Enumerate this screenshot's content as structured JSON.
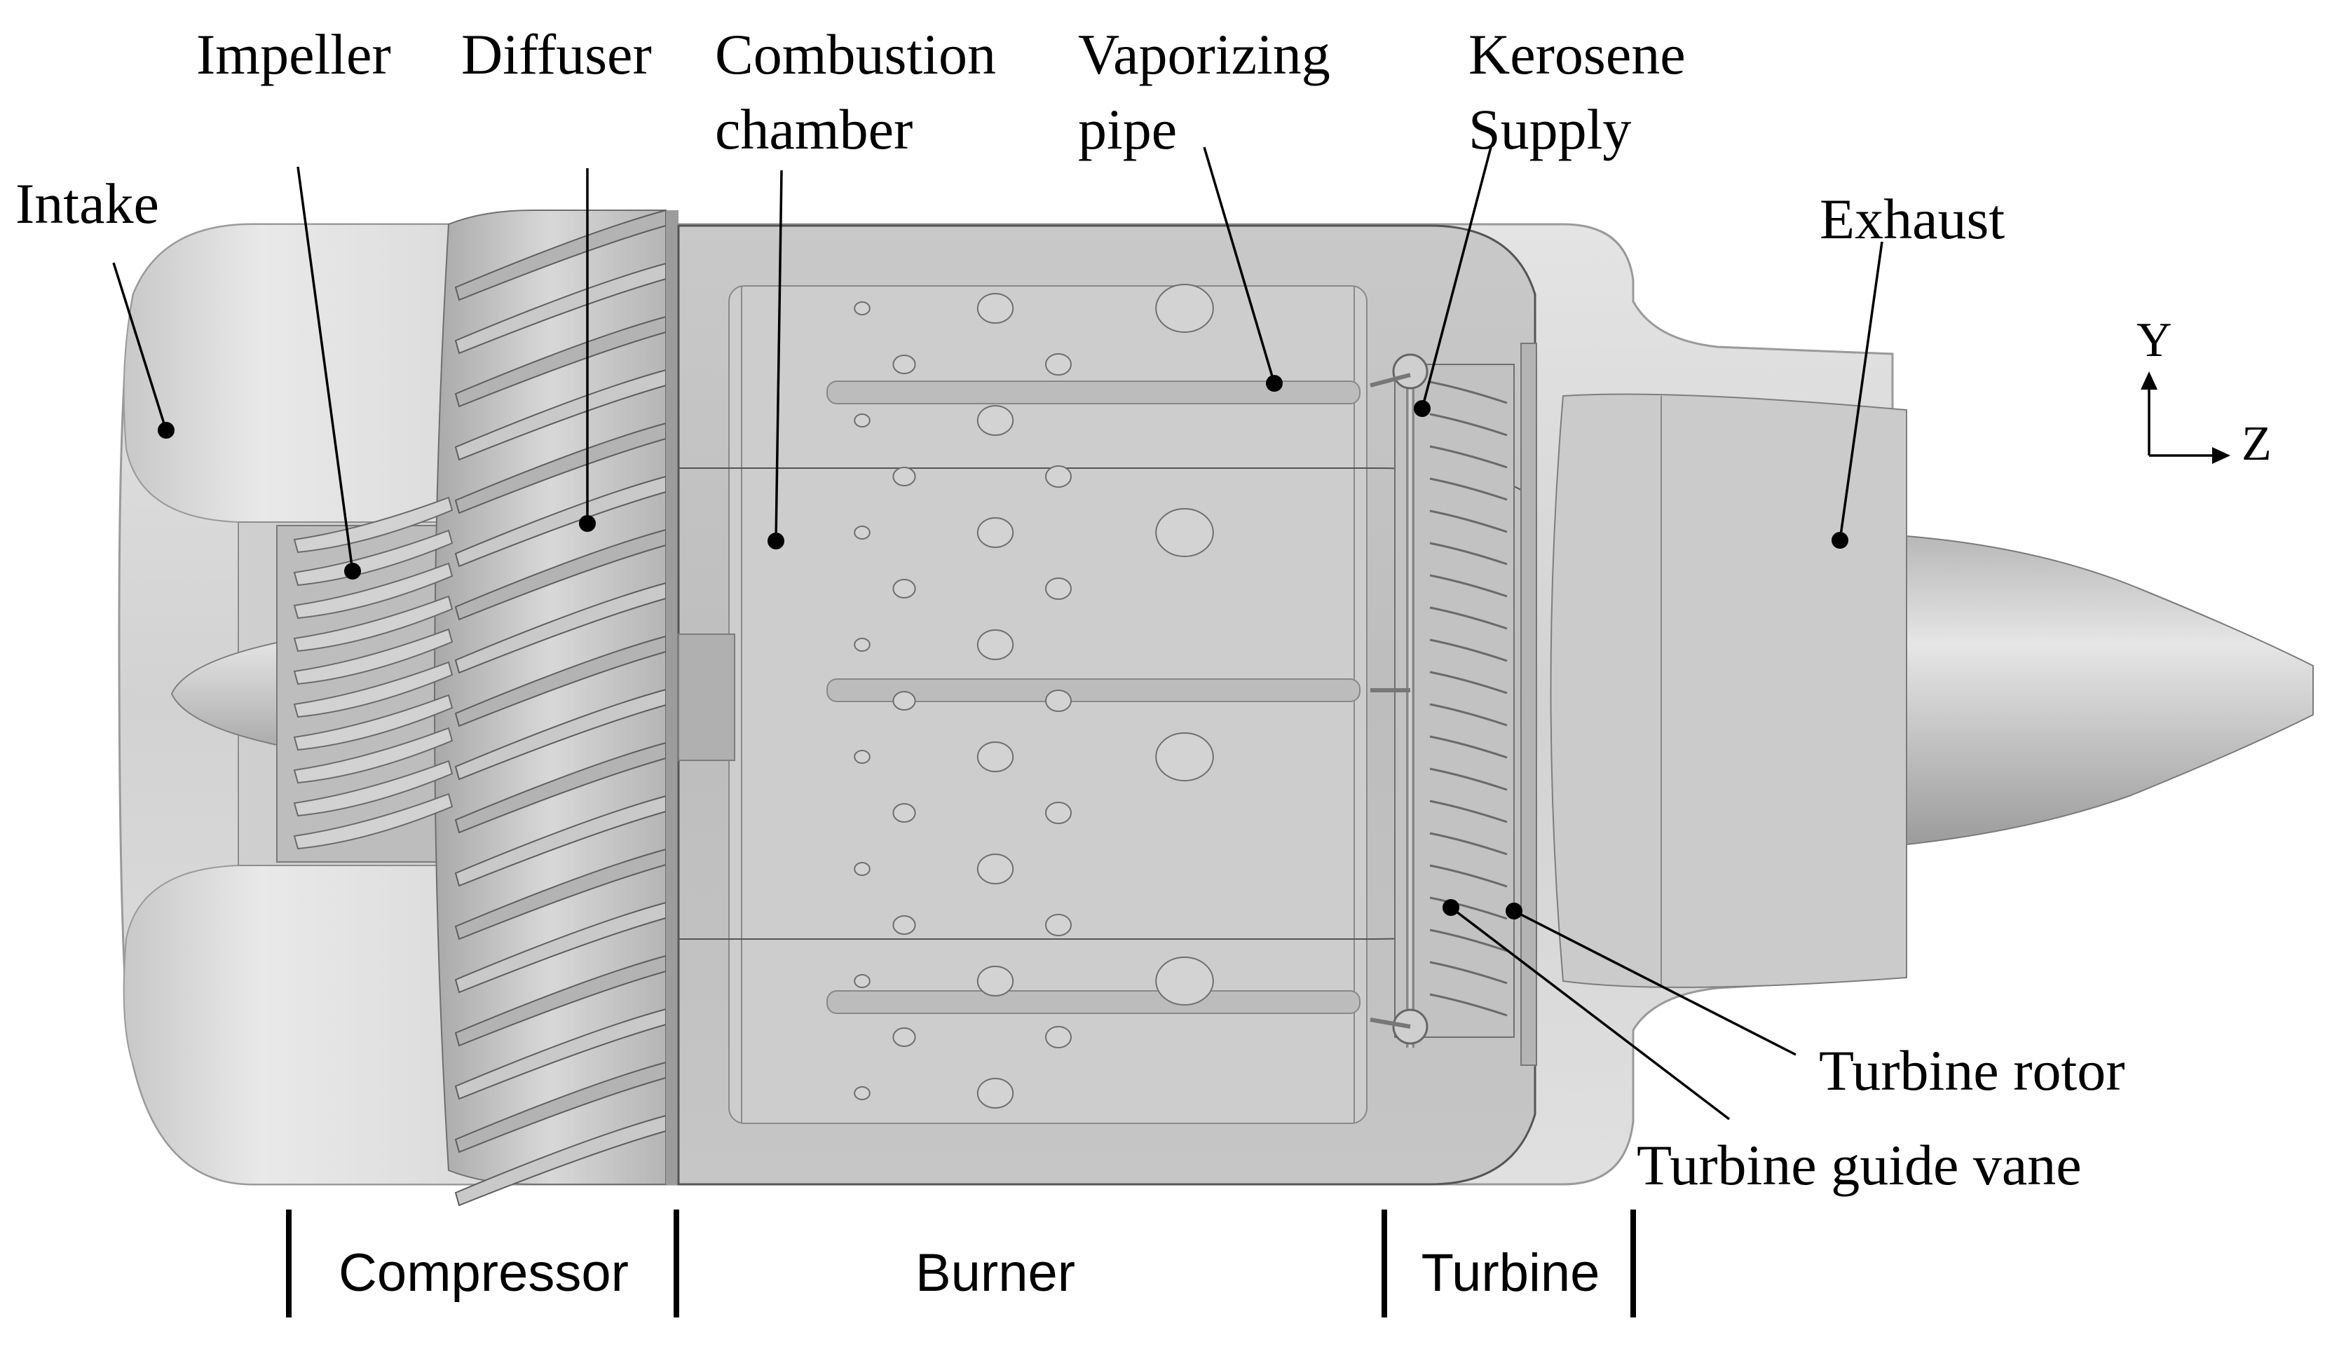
{
  "labels": {
    "impeller": "Impeller",
    "diffuser": "Diffuser",
    "combustion_line1": "Combustion",
    "combustion_line2": "chamber",
    "vaporizing_line1": "Vaporizing",
    "vaporizing_line2": "pipe",
    "kerosene_line1": "Kerosene",
    "kerosene_line2": "Supply",
    "intake": "Intake",
    "exhaust": "Exhaust",
    "turbine_rotor": "Turbine rotor",
    "turbine_guide_vane": "Turbine guide vane"
  },
  "axes": {
    "y": "Y",
    "z": "Z"
  },
  "sections": {
    "compressor": "Compressor",
    "burner": "Burner",
    "turbine": "Turbine"
  },
  "colors": {
    "nacelle": "#d6d6d6",
    "shadow": "#b4b4b4",
    "component": "#c4c4c4",
    "line": "#000000"
  }
}
